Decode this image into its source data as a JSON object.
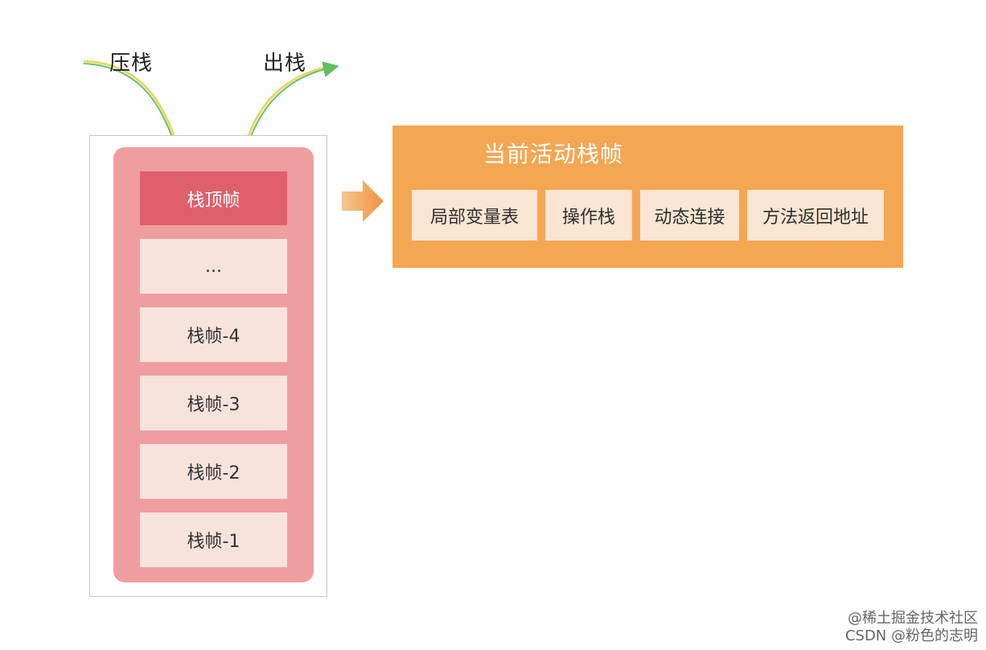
{
  "arrows": {
    "push_label": "压栈",
    "pop_label": "出栈"
  },
  "stack": {
    "top_frame": "栈顶帧",
    "frames": [
      "...",
      "栈帧-4",
      "栈帧-3",
      "栈帧-2",
      "栈帧-1"
    ]
  },
  "active_frame": {
    "title": "当前活动栈帧",
    "parts": [
      "局部变量表",
      "操作栈",
      "动态连接",
      "方法返回地址"
    ]
  },
  "watermark": {
    "line1": "@稀土掘金技术社区",
    "line2": "CSDN @粉色的志明"
  },
  "colors": {
    "stack_bg": "#ef9ea0",
    "top_frame": "#e05f6c",
    "frame": "#f8e3dc",
    "panel": "#f4a653",
    "part": "#fae6d2",
    "arrow": "#6cc06a"
  }
}
